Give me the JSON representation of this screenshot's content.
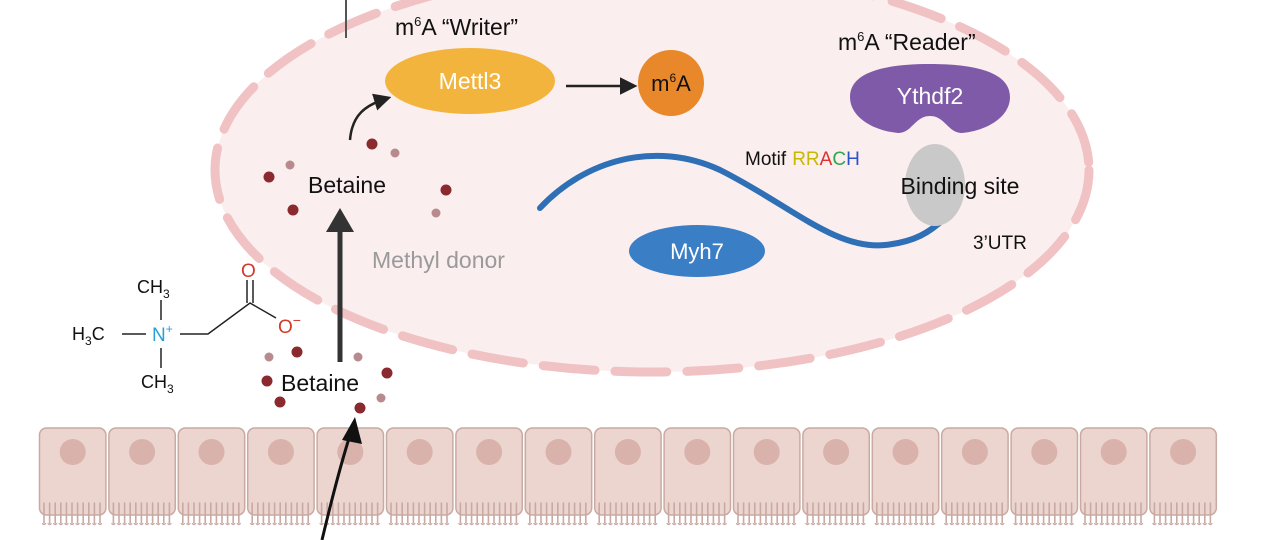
{
  "labels": {
    "writer_title_m": "m",
    "writer_title_sup": "6",
    "writer_title_rest": "A “Writer”",
    "reader_title_m": "m",
    "reader_title_sup": "6",
    "reader_title_rest": "A “Reader”",
    "mettl3": "Mettl3",
    "m6a_m": "m",
    "m6a_sup": "6",
    "m6a_rest": "A",
    "ythdf2": "Ythdf2",
    "motif": "Motif",
    "motif_letters": [
      "R",
      "R",
      "A",
      "C",
      "H"
    ],
    "binding_site": "Binding site",
    "utr": "3’UTR",
    "myh7": "Myh7",
    "betaine_cell": "Betaine",
    "betaine_gut": "Betaine",
    "methyl_donor": "Methyl donor"
  },
  "molecule": {
    "ch3_top_main": "CH",
    "ch3_top_sub": "3",
    "h3c_h": "H",
    "h3c_sub": "3",
    "h3c_c": "C",
    "nitrogen": "N",
    "nitrogen_charge": "+",
    "ch3_bottom_main": "CH",
    "ch3_bottom_sub": "3",
    "oxygen_top": "O",
    "oxygen_minus": "O",
    "oxygen_charge": "−"
  },
  "colors": {
    "nucleus_fill": "#fbeeee",
    "nucleus_dash": "#f0c2c4",
    "mettl3": "#f2b43c",
    "m6a": "#e8882a",
    "ythdf2": "#7f5aa8",
    "myh7": "#3a7ec6",
    "rna": "#2f6fb6",
    "binding_site": "#c9c9c9",
    "dot_dark": "#8a2a2e",
    "dot_light": "#b78a8e",
    "cell_fill": "#ecd4cf",
    "cell_stroke": "#c9aaa3",
    "cell_nucleus": "#d9b2ab",
    "gray_text": "#9a9a9a",
    "molecule_n": "#2a9fd6",
    "molecule_o": "#d23a2a",
    "motif_r": "#c9b800",
    "motif_a": "#e03030",
    "motif_c": "#2ea84a",
    "motif_h": "#2a54c8"
  }
}
